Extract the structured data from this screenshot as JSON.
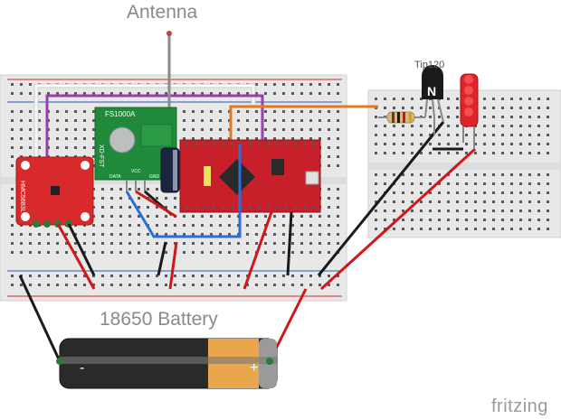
{
  "labels": {
    "antenna": "Antenna",
    "transistor": "Tip120",
    "battery": "18650 Battery",
    "watermark": "fritzing"
  },
  "transmitter": {
    "name": "FS1000A",
    "side_text": "XD-FST",
    "pins": [
      "DATA",
      "VCC",
      "GND"
    ]
  },
  "compass": {
    "name": "HMC5883L"
  },
  "transistor_marker": "N",
  "battery": {
    "minus": "-",
    "plus": "+"
  },
  "colors": {
    "board": "#e9e9e9",
    "rail_red": "#d9232b",
    "rail_blue": "#2d55b8",
    "wire_red": "#d01818",
    "wire_black": "#1a1a1a",
    "wire_blue": "#2a6fd8",
    "wire_purple": "#9a3fb0",
    "wire_orange": "#e07a20",
    "wire_white": "#f4f4f4",
    "arduino": "#c8202b",
    "transmitter": "#1f8a3a",
    "compass": "#d82a2a",
    "led": "#e0222a"
  }
}
